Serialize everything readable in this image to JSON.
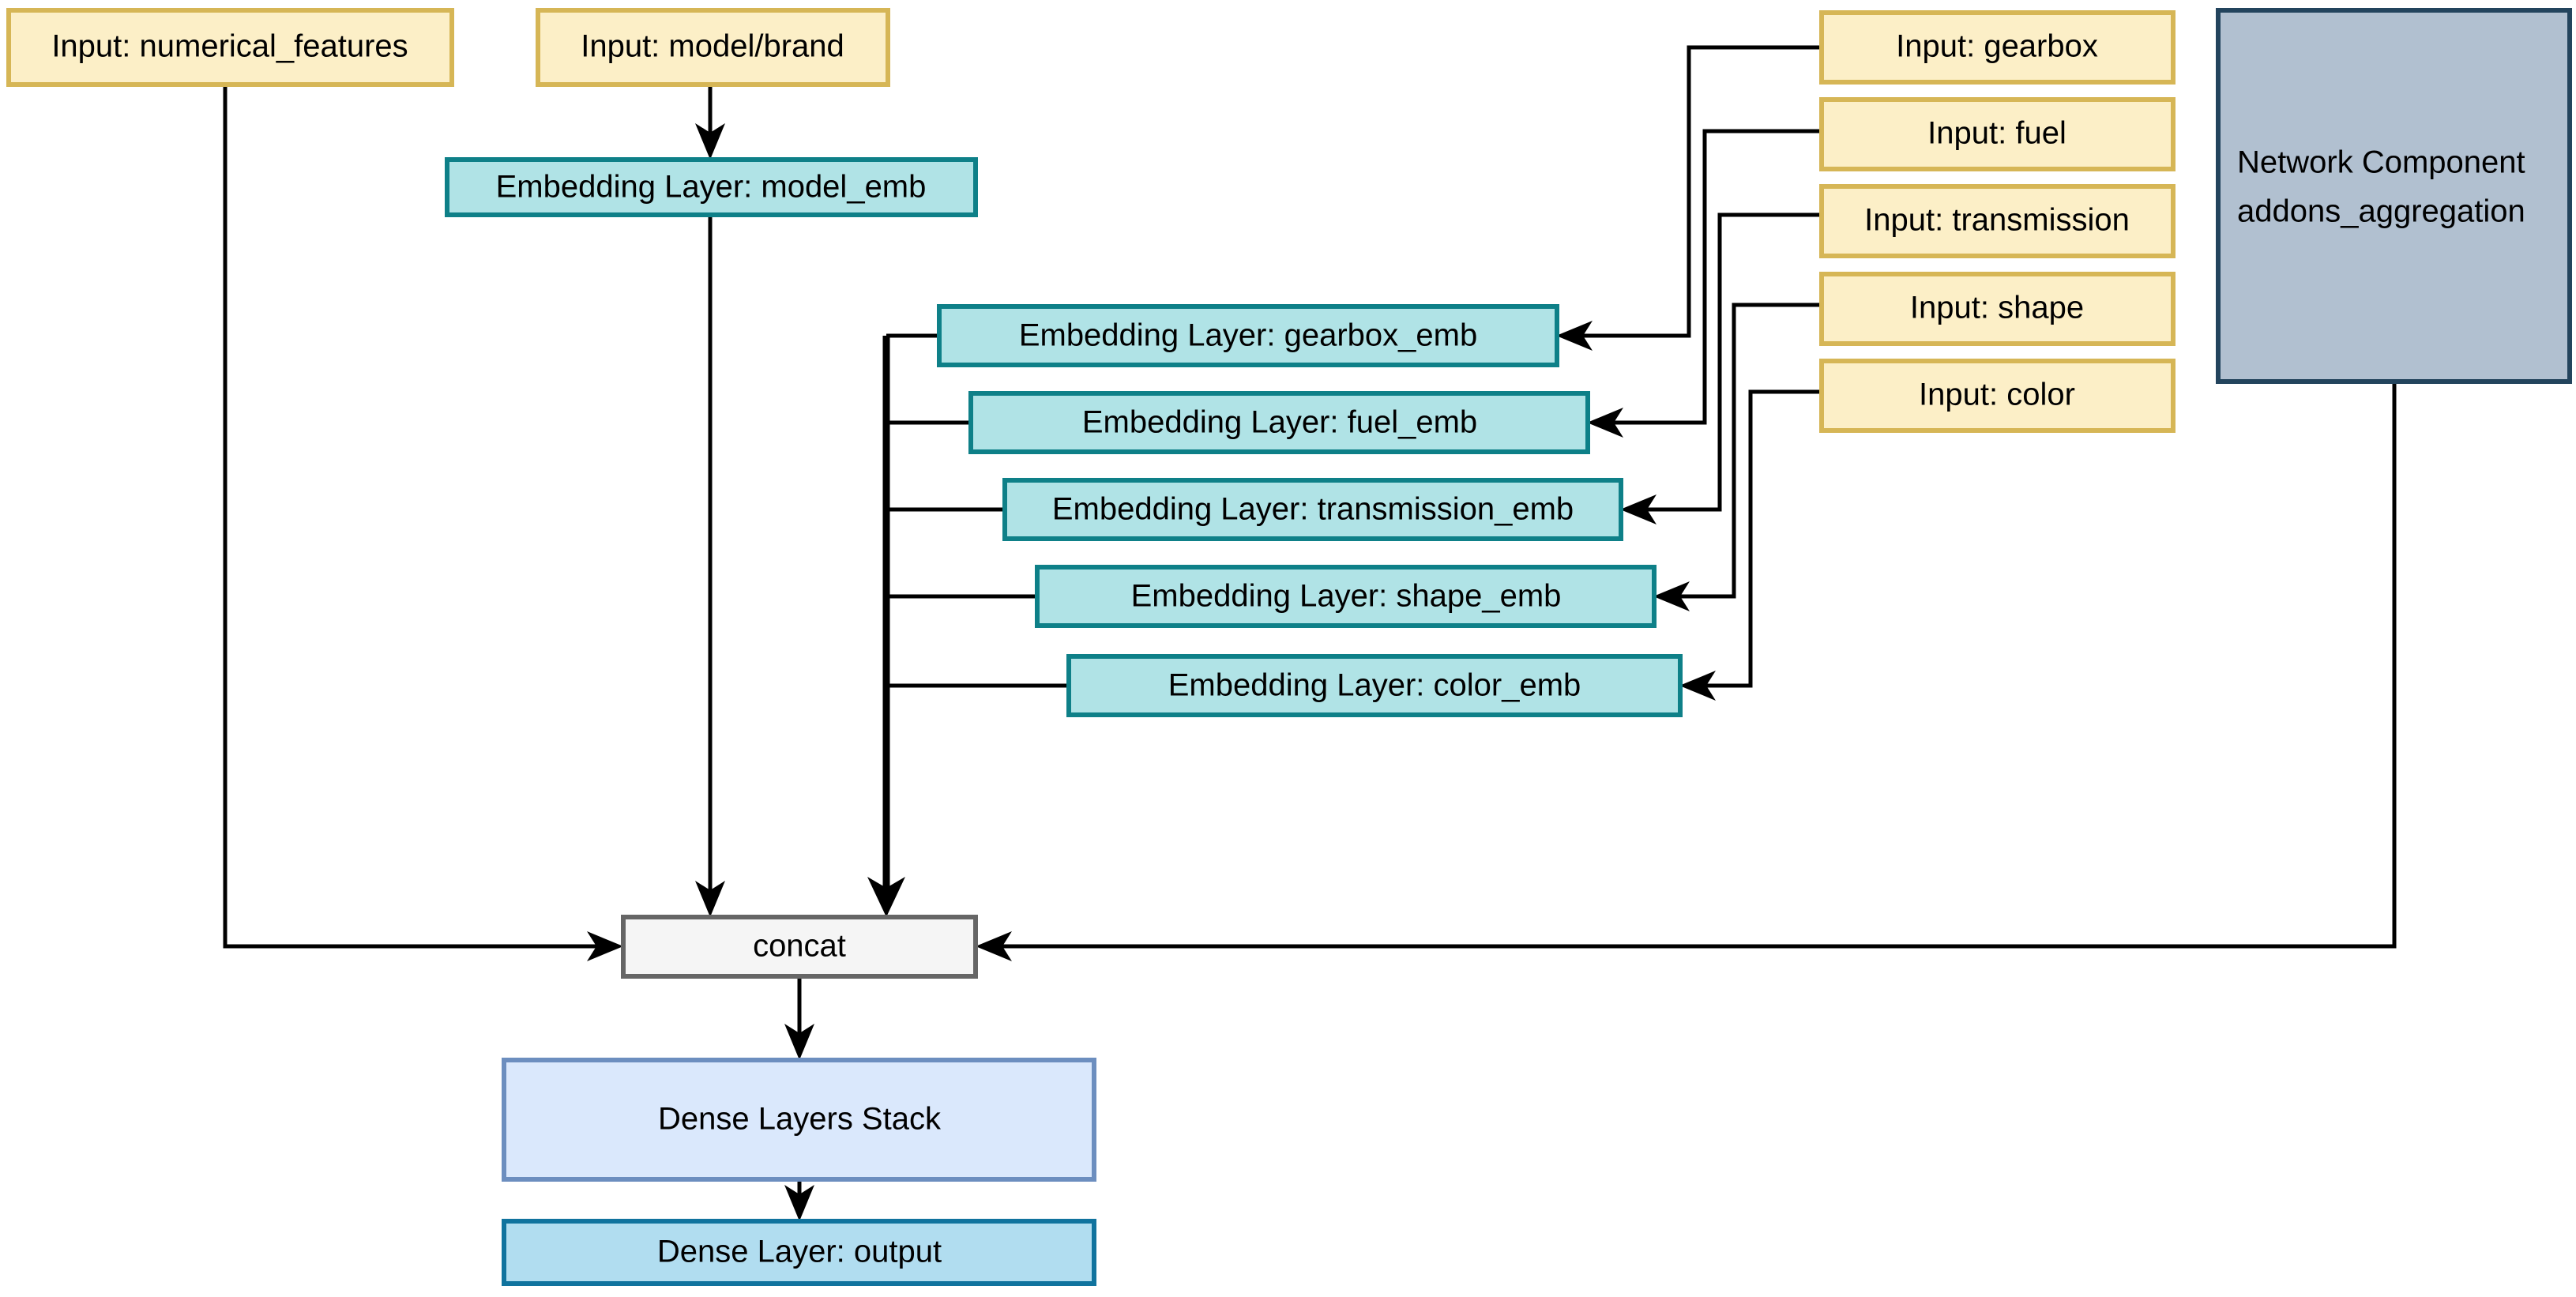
{
  "diagram": {
    "type": "flowchart",
    "title": "",
    "background_color": "#ffffff",
    "palette": {
      "input_fill": "#fcefc7",
      "input_stroke": "#d6b656",
      "embedding_fill": "#b0e3e6",
      "embedding_stroke": "#0e8088",
      "concat_fill": "#f5f5f5",
      "concat_stroke": "#666666",
      "dense_stack_fill": "#dae8fc",
      "dense_stack_stroke": "#6c8ebf",
      "dense_output_fill": "#b1ddf0",
      "dense_output_stroke": "#10739e",
      "component_fill": "#b1c0d0",
      "component_stroke": "#23445d",
      "edge_color": "#000000"
    },
    "nodes": [
      {
        "id": "input_numerical_features",
        "label": "Input: numerical_features",
        "kind": "input",
        "align": "center"
      },
      {
        "id": "input_model_brand",
        "label": "Input: model/brand",
        "kind": "input",
        "align": "center"
      },
      {
        "id": "input_gearbox",
        "label": "Input: gearbox",
        "kind": "input",
        "align": "center"
      },
      {
        "id": "input_fuel",
        "label": "Input: fuel",
        "kind": "input",
        "align": "center"
      },
      {
        "id": "input_transmission",
        "label": "Input: transmission",
        "kind": "input",
        "align": "center"
      },
      {
        "id": "input_shape",
        "label": "Input: shape",
        "kind": "input",
        "align": "center"
      },
      {
        "id": "input_color",
        "label": "Input: color",
        "kind": "input",
        "align": "center"
      },
      {
        "id": "emb_model",
        "label": "Embedding Layer: model_emb",
        "kind": "embedding",
        "align": "center"
      },
      {
        "id": "emb_gearbox",
        "label": "Embedding Layer: gearbox_emb",
        "kind": "embedding",
        "align": "center"
      },
      {
        "id": "emb_fuel",
        "label": "Embedding Layer: fuel_emb",
        "kind": "embedding",
        "align": "center"
      },
      {
        "id": "emb_transmission",
        "label": "Embedding Layer: transmission_emb",
        "kind": "embedding",
        "align": "center"
      },
      {
        "id": "emb_shape",
        "label": "Embedding Layer: shape_emb",
        "kind": "embedding",
        "align": "center"
      },
      {
        "id": "emb_color",
        "label": "Embedding Layer: color_emb",
        "kind": "embedding",
        "align": "center"
      },
      {
        "id": "network_component",
        "label": "Network Component",
        "label2": "addons_aggregation",
        "kind": "component",
        "align": "left"
      },
      {
        "id": "concat",
        "label": "concat",
        "kind": "concat",
        "align": "center"
      },
      {
        "id": "dense_stack",
        "label": "Dense Layers Stack",
        "kind": "dense_stack",
        "align": "center"
      },
      {
        "id": "dense_output",
        "label": "Dense Layer: output",
        "kind": "dense_output",
        "align": "center"
      }
    ],
    "edges": [
      {
        "from": "input_numerical_features",
        "to": "concat"
      },
      {
        "from": "input_model_brand",
        "to": "emb_model"
      },
      {
        "from": "input_gearbox",
        "to": "emb_gearbox"
      },
      {
        "from": "input_fuel",
        "to": "emb_fuel"
      },
      {
        "from": "input_transmission",
        "to": "emb_transmission"
      },
      {
        "from": "input_shape",
        "to": "emb_shape"
      },
      {
        "from": "input_color",
        "to": "emb_color"
      },
      {
        "from": "emb_model",
        "to": "concat"
      },
      {
        "from": "emb_gearbox",
        "to": "concat"
      },
      {
        "from": "emb_fuel",
        "to": "concat"
      },
      {
        "from": "emb_transmission",
        "to": "concat"
      },
      {
        "from": "emb_shape",
        "to": "concat"
      },
      {
        "from": "emb_color",
        "to": "concat"
      },
      {
        "from": "network_component",
        "to": "concat"
      },
      {
        "from": "concat",
        "to": "dense_stack"
      },
      {
        "from": "dense_stack",
        "to": "dense_output"
      }
    ]
  }
}
